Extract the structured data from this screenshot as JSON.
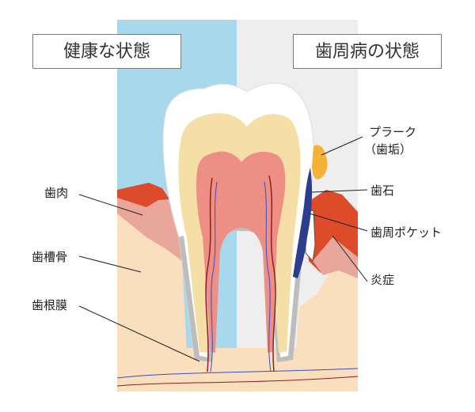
{
  "titles": {
    "healthy": "健康な状態",
    "disease": "歯周病の状態"
  },
  "labels": {
    "plaque": "プラーク",
    "plaque_sub": "（歯垢）",
    "gum": "歯肉",
    "calculus": "歯石",
    "alveolar_bone": "歯槽骨",
    "pocket": "歯周ポケット",
    "inflammation": "炎症",
    "pdl": "歯根膜"
  },
  "colors": {
    "healthy_bg": "#a8d8ec",
    "disease_bg": "#eeeeee",
    "bone": "#f9dfbe",
    "gum": "#e8a79a",
    "gum_edge": "#dd4b2a",
    "inflamed_gum": "#de4b28",
    "enamel": "#ffffff",
    "dentin": "#f6dfa6",
    "pulp": "#ee8f86",
    "calculus": "#2d3d8e",
    "plaque": "#f5b235",
    "root_layer": "#bdbdbd"
  }
}
